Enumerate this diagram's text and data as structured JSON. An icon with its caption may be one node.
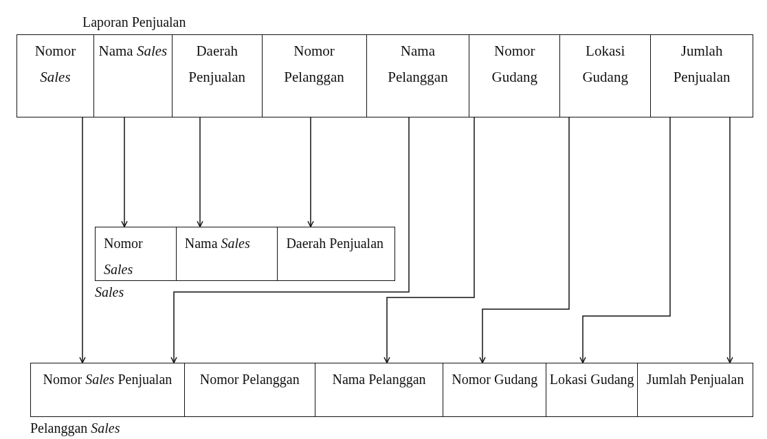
{
  "diagram": {
    "nodes": [
      {
        "text": [
          "Laporan Penjualan"
        ]
      },
      {
        "text": [
          "Nomor *Sales*"
        ],
        "in": 0
      },
      {
        "text": [
          "Nama *Sales*"
        ],
        "in": 0
      },
      {
        "text": [
          "Daerah Penjualan"
        ],
        "in": 0
      },
      {
        "text": [
          "Nomor Pelanggan"
        ],
        "in": 0
      },
      {
        "text": [
          "Nama Pelanggan"
        ],
        "in": 0
      },
      {
        "text": [
          "Nomor Gudang"
        ],
        "in": 0
      },
      {
        "text": [
          "Lokasi Gudang"
        ],
        "in": 0
      },
      {
        "text": [
          "Jumlah Penjualan"
        ],
        "in": 0
      },
      {
        "text": [
          "Sales"
        ]
      },
      {
        "text": [
          "Nomor *Sales*"
        ],
        "in": 9
      },
      {
        "text": [
          "Nama *Sales*"
        ],
        "in": 9
      },
      {
        "text": [
          "Daerah Penjualan"
        ],
        "in": 9
      },
      {
        "text": [
          "Pelanggan *Sales*"
        ]
      },
      {
        "text": [
          "Nomor *Sales* Penjualan"
        ],
        "in": 13
      },
      {
        "text": [
          "Nomor Pelanggan"
        ],
        "in": 13
      },
      {
        "text": [
          "Nama Pelanggan"
        ],
        "in": 13
      },
      {
        "text": [
          "Nomor Gudang"
        ],
        "in": 13
      },
      {
        "text": [
          "Lokasi Gudang"
        ],
        "in": 13
      },
      {
        "text": [
          "Jumlah Penjualan"
        ],
        "in": 13
      }
    ],
    "edges": [
      {
        "from": 1,
        "to": 14,
        "arrow": "to"
      },
      {
        "from": 2,
        "to": 10,
        "arrow": "to"
      },
      {
        "from": 3,
        "to": 11,
        "arrow": "to"
      },
      {
        "from": 4,
        "to": 12,
        "arrow": "to"
      },
      {
        "from": 5,
        "to": 14,
        "arrow": "to"
      },
      {
        "from": 6,
        "to": 16,
        "arrow": "to"
      },
      {
        "from": 7,
        "to": 17,
        "arrow": "to"
      },
      {
        "from": 8,
        "to": 18,
        "arrow": "to"
      },
      {
        "from": 8,
        "to": 19,
        "arrow": "to"
      }
    ]
  }
}
